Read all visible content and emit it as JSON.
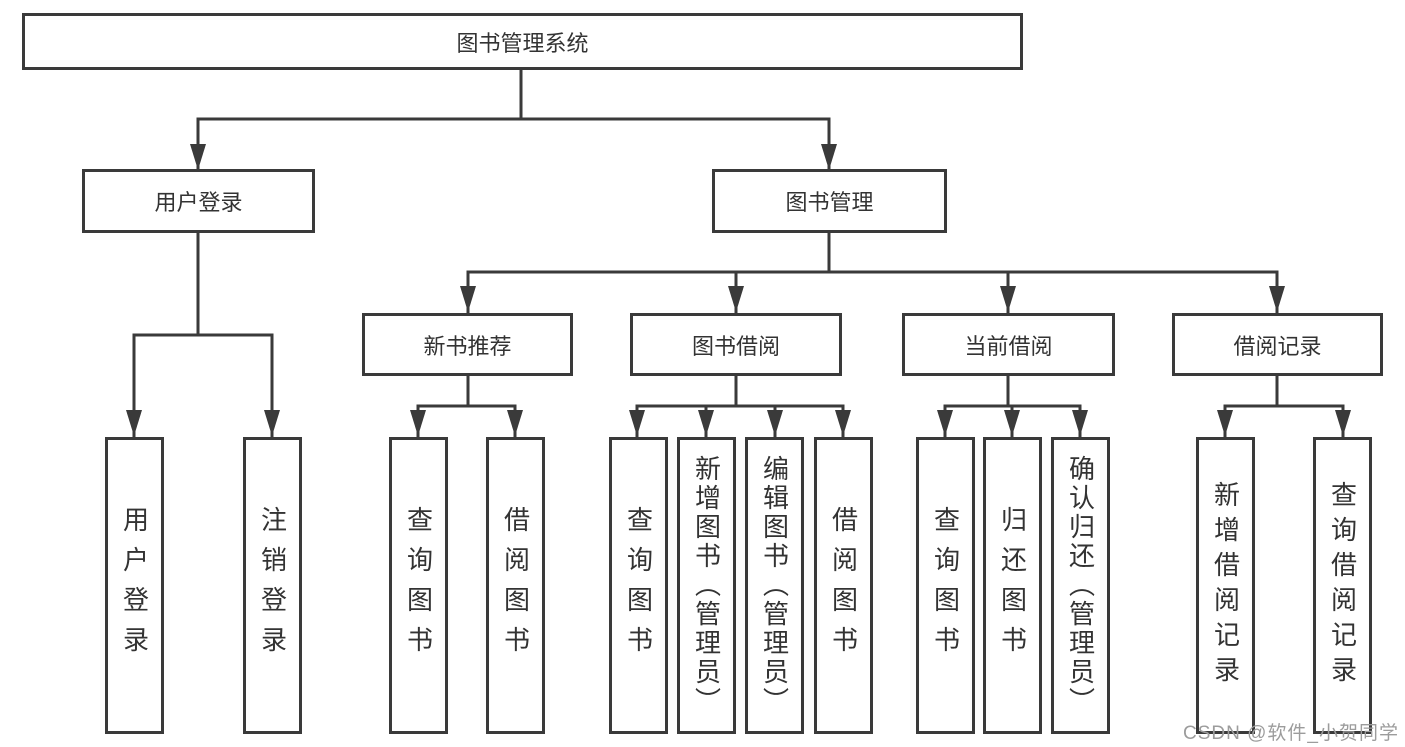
{
  "colors": {
    "line": "#3a3a3a",
    "box_border": "#3a3a3a",
    "box_background": "#ffffff",
    "text": "#333333",
    "watermark": "#9c9c9c",
    "page_background": "#ffffff"
  },
  "tree": {
    "root": "图书管理系统",
    "level2": [
      {
        "label": "用户登录",
        "children": [
          "用户登录",
          "注销登录"
        ]
      },
      {
        "label": "图书管理"
      }
    ],
    "level3": [
      {
        "label": "新书推荐",
        "children": [
          "查询图书",
          "借阅图书"
        ]
      },
      {
        "label": "图书借阅",
        "children": [
          "查询图书",
          "新增图书（管理员）",
          "编辑图书（管理员）",
          "借阅图书"
        ]
      },
      {
        "label": "当前借阅",
        "children": [
          "查询图书",
          "归还图书",
          "确认归还（管理员）"
        ]
      },
      {
        "label": "借阅记录",
        "children": [
          "新增借阅记录",
          "查询借阅记录"
        ]
      }
    ]
  },
  "watermark": "CSDN @软件_小贺同学"
}
